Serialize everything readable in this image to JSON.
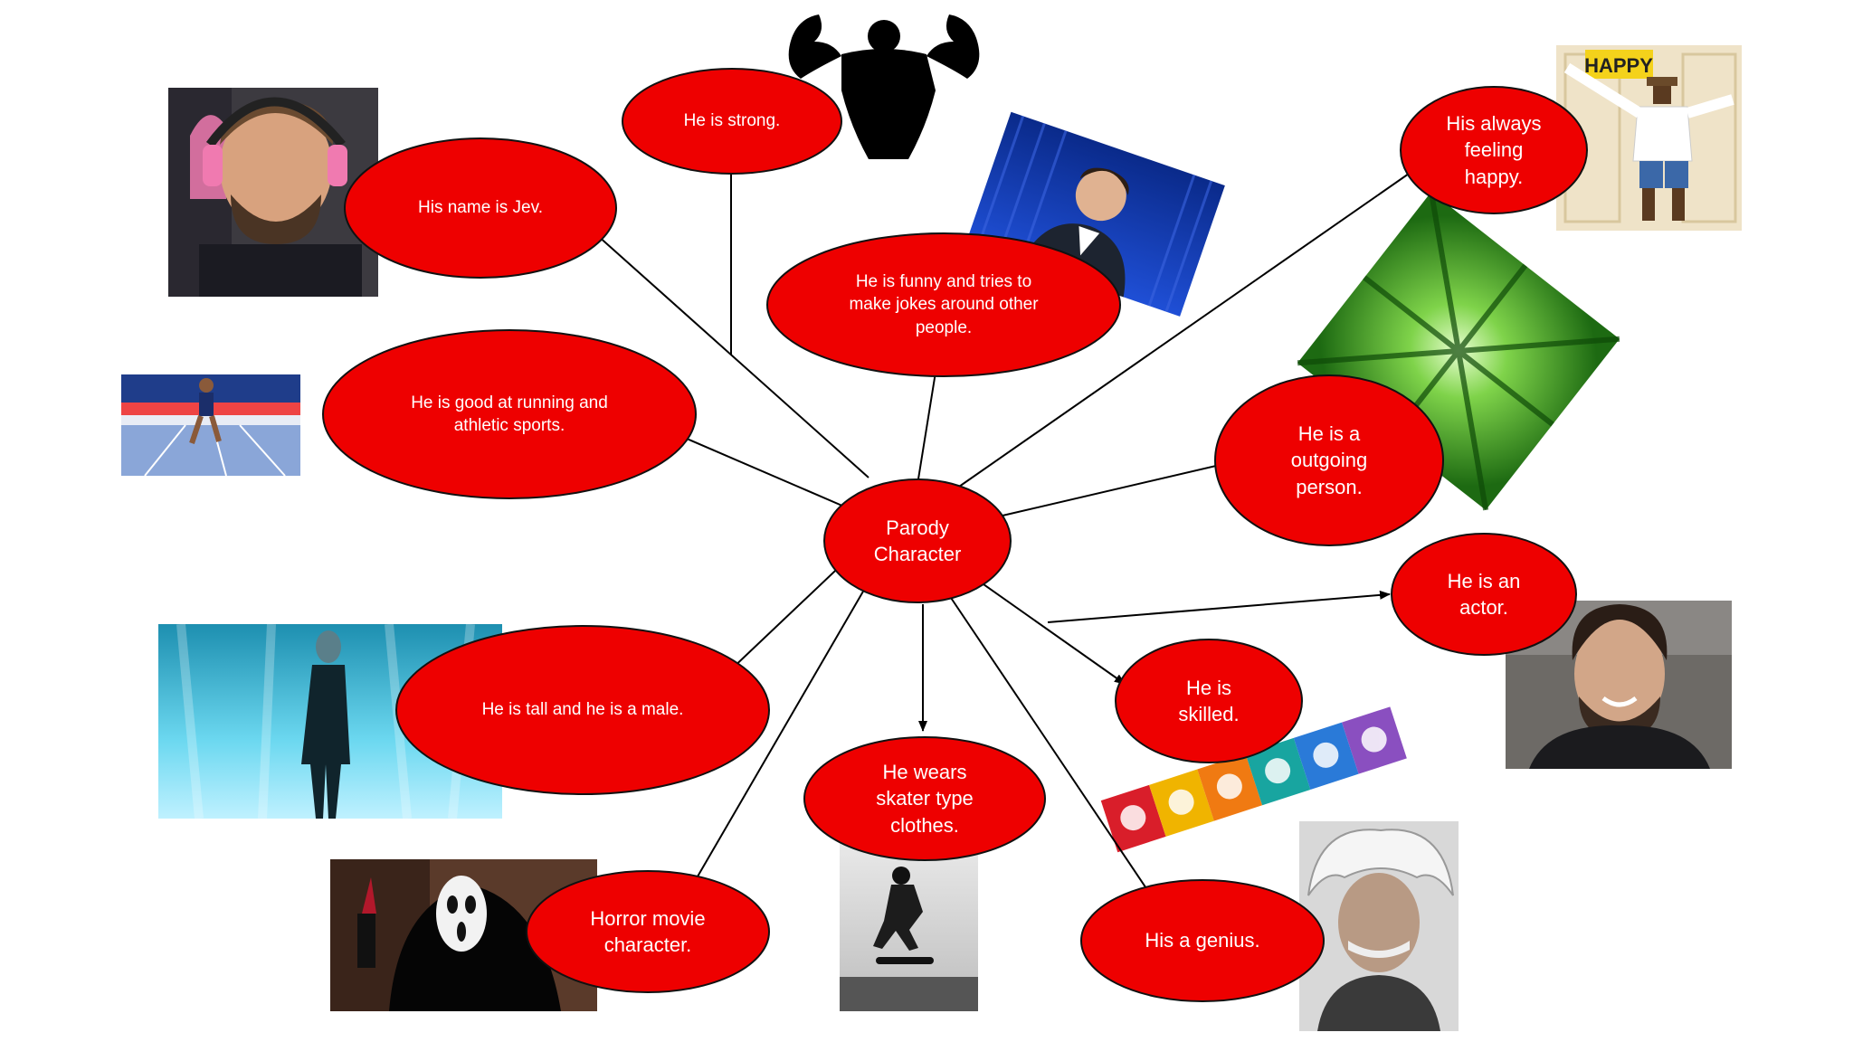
{
  "colors": {
    "node_fill": "#ee0000",
    "node_stroke": "#111111",
    "edge": "#000000",
    "text": "#ffffff"
  },
  "center": {
    "label": "Parody\nCharacter"
  },
  "nodes": [
    {
      "id": "name",
      "label": "His name is Jev."
    },
    {
      "id": "strong",
      "label": "He is strong."
    },
    {
      "id": "funny",
      "label": "He is funny and tries to\nmake jokes around other\npeople."
    },
    {
      "id": "happy",
      "label": "His always\nfeeling\nhappy."
    },
    {
      "id": "running",
      "label": "He is good at running and\nathletic sports."
    },
    {
      "id": "outgoing",
      "label": "He is a\noutgoing\nperson."
    },
    {
      "id": "actor",
      "label": "He is an\nactor."
    },
    {
      "id": "tall",
      "label": "He is tall and he is a male."
    },
    {
      "id": "skilled",
      "label": "He is\nskilled."
    },
    {
      "id": "skater",
      "label": "He wears\nskater type\nclothes."
    },
    {
      "id": "horror",
      "label": "Horror movie\ncharacter."
    },
    {
      "id": "genius",
      "label": "His a genius."
    }
  ],
  "images": [
    {
      "id": "gamer-photo",
      "icon": "person-headset-photo"
    },
    {
      "id": "strongman-silhouette",
      "icon": "flexing-silhouette"
    },
    {
      "id": "comedian-photo",
      "icon": "comedian-on-stage-photo"
    },
    {
      "id": "happy-poster",
      "icon": "happy-dance-poster",
      "text": "HAPPY"
    },
    {
      "id": "sprinter-photo",
      "icon": "sprinter-track-photo"
    },
    {
      "id": "forest-photo",
      "icon": "bamboo-forest-photo"
    },
    {
      "id": "actor-photo",
      "icon": "smiling-actor-photo"
    },
    {
      "id": "slender-photo",
      "icon": "tall-figure-photo"
    },
    {
      "id": "skills-icons",
      "icon": "skills-icon-strip"
    },
    {
      "id": "skater-photo",
      "icon": "skateboard-jump-photo"
    },
    {
      "id": "ghostface-photo",
      "icon": "ghost-mask-photo"
    },
    {
      "id": "einstein-photo",
      "icon": "scientist-portrait-photo"
    }
  ]
}
